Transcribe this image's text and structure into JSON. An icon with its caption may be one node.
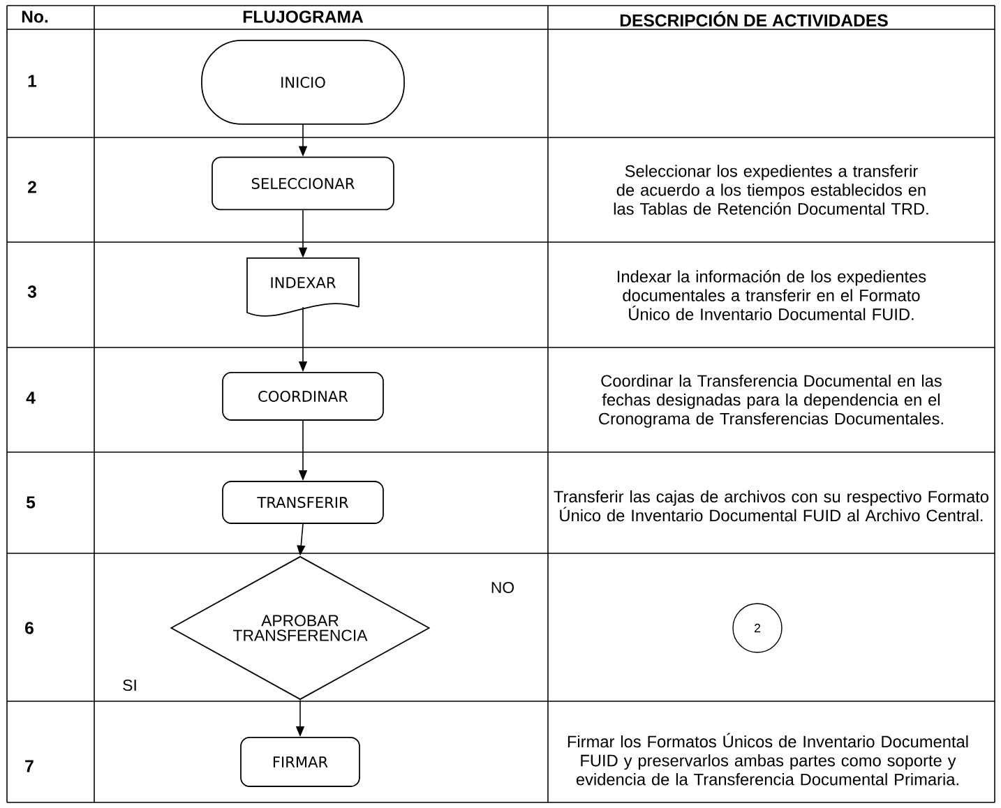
{
  "diagram": {
    "nodes": [
      {
        "text": [
          "INICIO"
        ]
      },
      {
        "text": [
          "SELECCIONAR"
        ]
      },
      {
        "text": [
          "INDEXAR"
        ]
      },
      {
        "text": [
          "COORDINAR"
        ]
      },
      {
        "text": [
          "TRANSFERIR"
        ]
      },
      {
        "text": [
          "APROBAR TRANSFERENCIA"
        ]
      },
      {
        "text": [
          "FIRMAR"
        ]
      },
      {
        "text": [
          "2"
        ]
      }
    ],
    "edges": [
      {
        "from": 0,
        "to": 1,
        "arrow": "to"
      },
      {
        "from": 1,
        "to": 2,
        "arrow": "to"
      },
      {
        "from": 2,
        "to": 3,
        "arrow": "to"
      },
      {
        "from": 3,
        "to": 4,
        "arrow": "to"
      },
      {
        "from": 4,
        "to": 5,
        "arrow": "to"
      },
      {
        "from": 5,
        "to": 6,
        "arrow": "to"
      }
    ],
    "labels": [
      "No.",
      "FLUJOGRAMA",
      "DESCRIPCIÓN DE ACTIVIDADES",
      "1",
      "2",
      "Seleccionar los expedientes a transferir de acuerdo a los tiempos establecidos en las Tablas de Retención Documental TRD.",
      "3",
      "Indexar la información de los expedientes documentales a transferir en el Formato Único de Inventario Documental FUID.",
      "4",
      "Coordinar la Transferencia Documental en las fechas designadas para la dependencia en el Cronograma de Transferencias Documentales.",
      "5",
      "Transferir las cajas de archivos con su respectivo Formato Único de Inventario Documental FUID al Archivo Central.",
      "6",
      "NO",
      "SI",
      "7",
      "Firmar los Formatos Únicos de Inventario Documental FUID y preservarlos ambas partes como soporte y evidencia de la Transferencia Documental Primaria."
    ]
  }
}
